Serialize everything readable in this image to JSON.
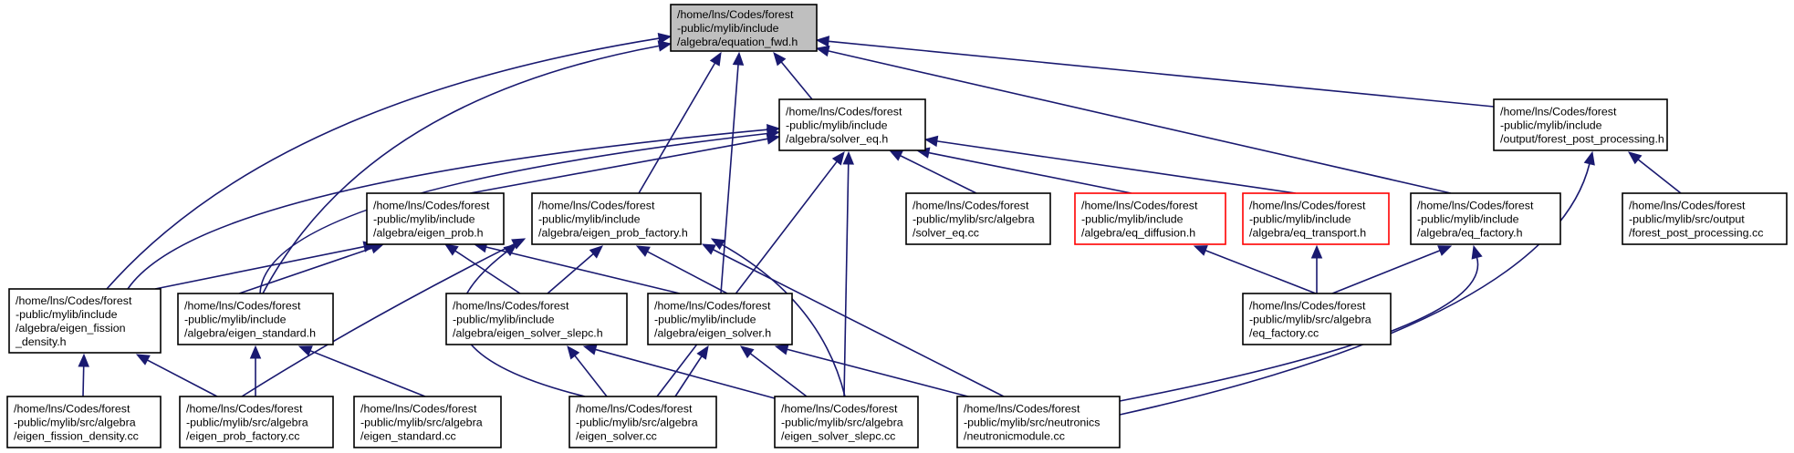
{
  "diagram": {
    "type": "include-dependency-graph",
    "colors": {
      "edge": "#191970",
      "root_fill": "#bfbfbf",
      "node_fill": "#ffffff",
      "node_border": "#000000",
      "incomplete_border": "#ff0000"
    },
    "nodes": [
      {
        "id": "n0",
        "role": "root",
        "lines": [
          "/home/lns/Codes/forest",
          "-public/mylib/include",
          "/algebra/equation_fwd.h"
        ]
      },
      {
        "id": "n1",
        "lines": [
          "/home/lns/Codes/forest",
          "-public/mylib/include",
          "/algebra/solver_eq.h"
        ]
      },
      {
        "id": "n2",
        "lines": [
          "/home/lns/Codes/forest",
          "-public/mylib/include",
          "/output/forest_post_processing.h"
        ]
      },
      {
        "id": "n3",
        "lines": [
          "/home/lns/Codes/forest",
          "-public/mylib/include",
          "/algebra/eigen_prob.h"
        ]
      },
      {
        "id": "n4",
        "lines": [
          "/home/lns/Codes/forest",
          "-public/mylib/include",
          "/algebra/eigen_prob_factory.h"
        ]
      },
      {
        "id": "n5",
        "lines": [
          "/home/lns/Codes/forest",
          "-public/mylib/src/algebra",
          "/solver_eq.cc"
        ]
      },
      {
        "id": "n6",
        "role": "incomplete",
        "lines": [
          "/home/lns/Codes/forest",
          "-public/mylib/include",
          "/algebra/eq_diffusion.h"
        ]
      },
      {
        "id": "n7",
        "role": "incomplete",
        "lines": [
          "/home/lns/Codes/forest",
          "-public/mylib/include",
          "/algebra/eq_transport.h"
        ]
      },
      {
        "id": "n8",
        "lines": [
          "/home/lns/Codes/forest",
          "-public/mylib/include",
          "/algebra/eq_factory.h"
        ]
      },
      {
        "id": "n9",
        "lines": [
          "/home/lns/Codes/forest",
          "-public/mylib/src/output",
          "/forest_post_processing.cc"
        ]
      },
      {
        "id": "n10",
        "lines": [
          "/home/lns/Codes/forest",
          "-public/mylib/include",
          "/algebra/eigen_fission",
          "_density.h"
        ]
      },
      {
        "id": "n11",
        "lines": [
          "/home/lns/Codes/forest",
          "-public/mylib/include",
          "/algebra/eigen_standard.h"
        ]
      },
      {
        "id": "n12",
        "lines": [
          "/home/lns/Codes/forest",
          "-public/mylib/include",
          "/algebra/eigen_solver_slepc.h"
        ]
      },
      {
        "id": "n13",
        "lines": [
          "/home/lns/Codes/forest",
          "-public/mylib/include",
          "/algebra/eigen_solver.h"
        ]
      },
      {
        "id": "n14",
        "lines": [
          "/home/lns/Codes/forest",
          "-public/mylib/src/algebra",
          "/eq_factory.cc"
        ]
      },
      {
        "id": "n15",
        "lines": [
          "/home/lns/Codes/forest",
          "-public/mylib/src/algebra",
          "/eigen_fission_density.cc"
        ]
      },
      {
        "id": "n16",
        "lines": [
          "/home/lns/Codes/forest",
          "-public/mylib/src/algebra",
          "/eigen_prob_factory.cc"
        ]
      },
      {
        "id": "n17",
        "lines": [
          "/home/lns/Codes/forest",
          "-public/mylib/src/algebra",
          "/eigen_standard.cc"
        ]
      },
      {
        "id": "n18",
        "lines": [
          "/home/lns/Codes/forest",
          "-public/mylib/src/algebra",
          "/eigen_solver.cc"
        ]
      },
      {
        "id": "n19",
        "lines": [
          "/home/lns/Codes/forest",
          "-public/mylib/src/algebra",
          "/eigen_solver_slepc.cc"
        ]
      },
      {
        "id": "n20",
        "lines": [
          "/home/lns/Codes/forest",
          "-public/mylib/src/neutronics",
          "/neutronicmodule.cc"
        ]
      }
    ],
    "edges": [
      {
        "from": "n1",
        "to": "n0"
      },
      {
        "from": "n2",
        "to": "n0"
      },
      {
        "from": "n4",
        "to": "n0"
      },
      {
        "from": "n8",
        "to": "n0"
      },
      {
        "from": "n10",
        "to": "n0"
      },
      {
        "from": "n11",
        "to": "n0"
      },
      {
        "from": "n13",
        "to": "n0"
      },
      {
        "from": "n3",
        "to": "n1"
      },
      {
        "from": "n5",
        "to": "n1"
      },
      {
        "from": "n6",
        "to": "n1"
      },
      {
        "from": "n7",
        "to": "n1"
      },
      {
        "from": "n10",
        "to": "n1"
      },
      {
        "from": "n11",
        "to": "n1"
      },
      {
        "from": "n18",
        "to": "n1"
      },
      {
        "from": "n19",
        "to": "n1"
      },
      {
        "from": "n9",
        "to": "n2"
      },
      {
        "from": "n20",
        "to": "n2"
      },
      {
        "from": "n10",
        "to": "n3"
      },
      {
        "from": "n11",
        "to": "n3"
      },
      {
        "from": "n12",
        "to": "n3"
      },
      {
        "from": "n13",
        "to": "n3"
      },
      {
        "from": "n12",
        "to": "n4"
      },
      {
        "from": "n13",
        "to": "n4"
      },
      {
        "from": "n16",
        "to": "n4"
      },
      {
        "from": "n18",
        "to": "n4"
      },
      {
        "from": "n19",
        "to": "n4"
      },
      {
        "from": "n20",
        "to": "n4"
      },
      {
        "from": "n14",
        "to": "n6"
      },
      {
        "from": "n14",
        "to": "n7"
      },
      {
        "from": "n14",
        "to": "n8"
      },
      {
        "from": "n20",
        "to": "n8"
      },
      {
        "from": "n15",
        "to": "n10"
      },
      {
        "from": "n16",
        "to": "n10"
      },
      {
        "from": "n16",
        "to": "n11"
      },
      {
        "from": "n17",
        "to": "n11"
      },
      {
        "from": "n18",
        "to": "n12"
      },
      {
        "from": "n19",
        "to": "n12"
      },
      {
        "from": "n18",
        "to": "n13"
      },
      {
        "from": "n19",
        "to": "n13"
      },
      {
        "from": "n20",
        "to": "n13"
      }
    ]
  }
}
